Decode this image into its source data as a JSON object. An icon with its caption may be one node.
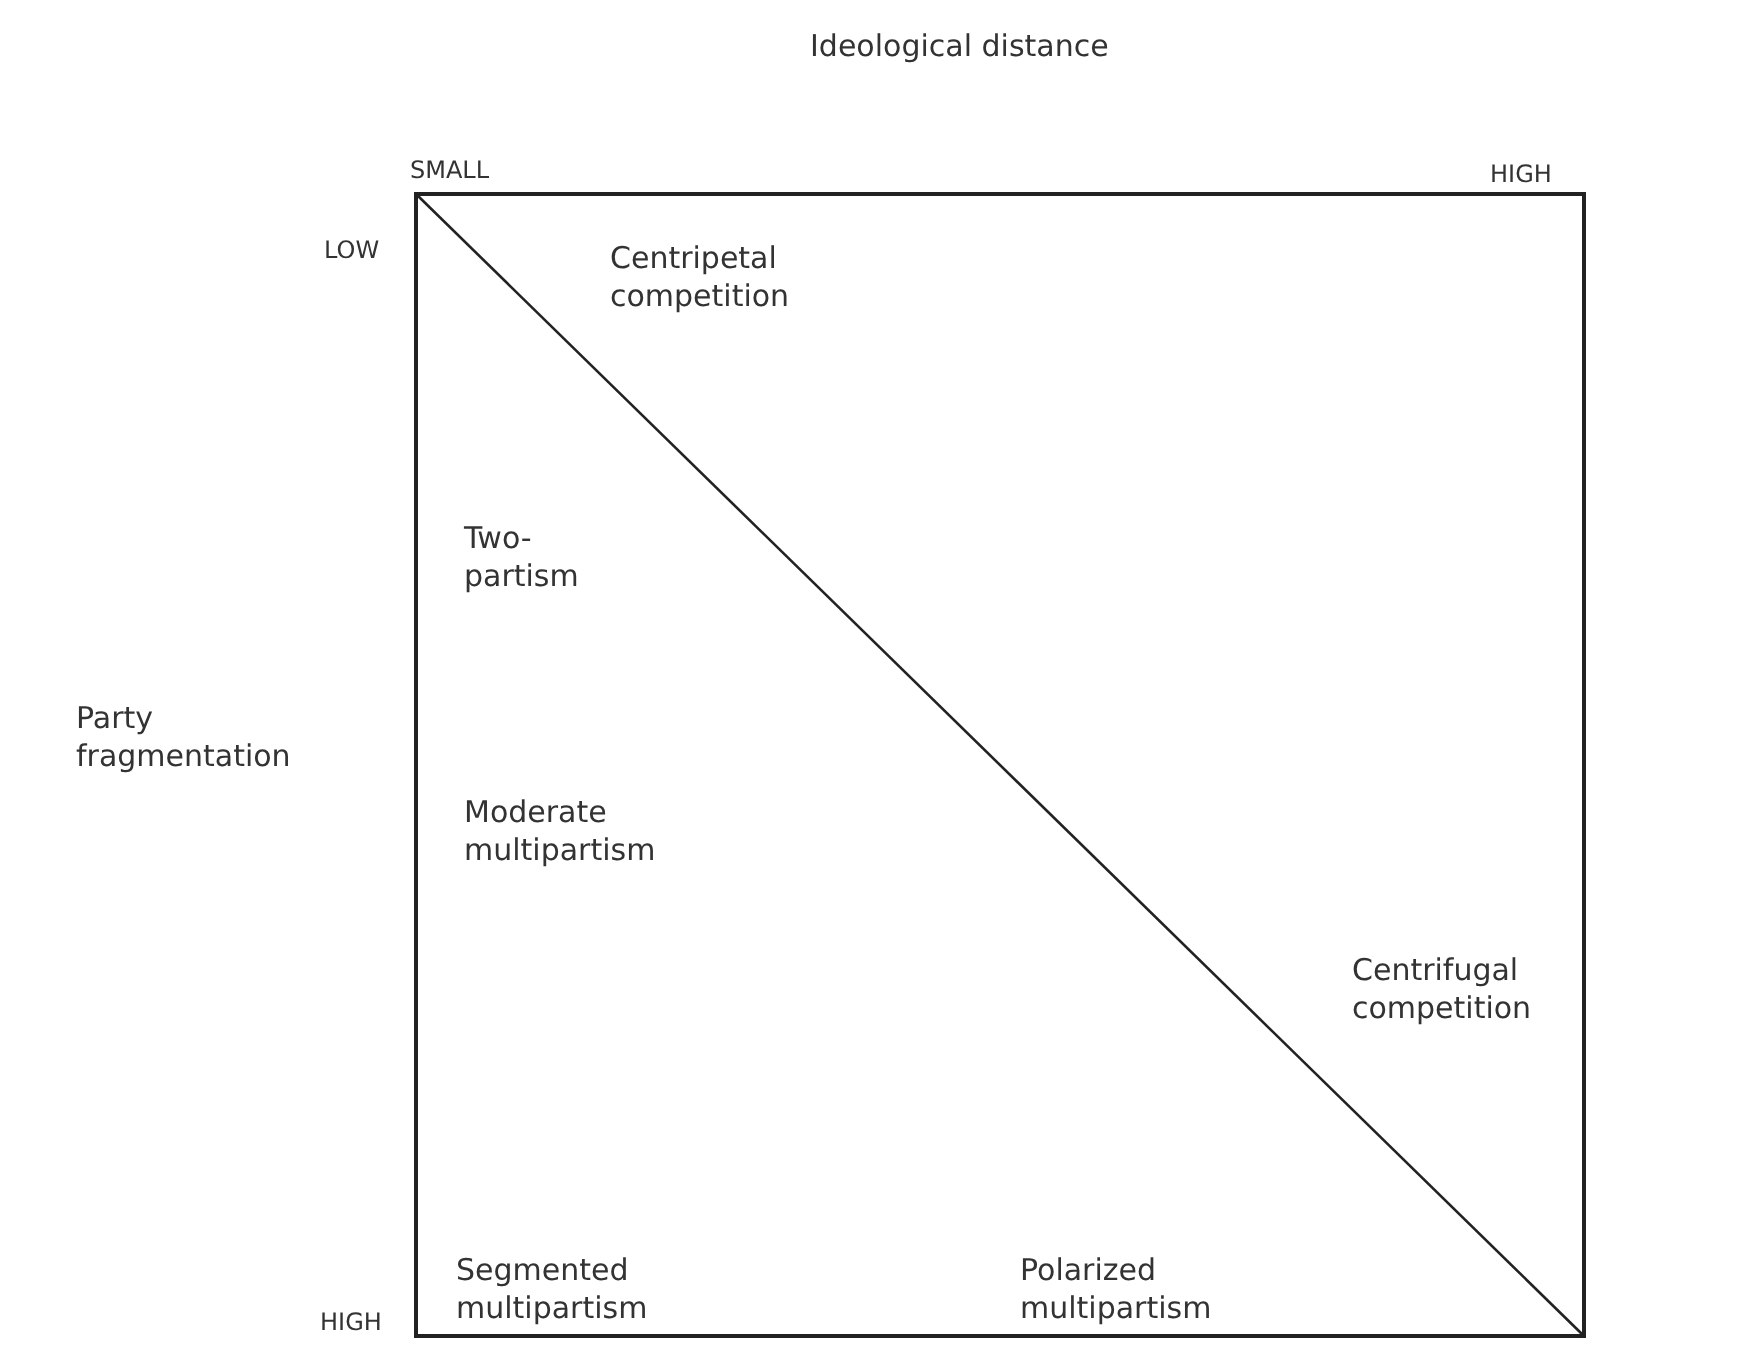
{
  "diagram": {
    "labels": [
      "Ideological distance",
      "SMALL",
      "HIGH",
      "LOW",
      "Centripetal competition",
      "Two-partism",
      "Party fragmentation",
      "Moderate multipartism",
      "Centrifugal competition",
      "HIGH",
      "Segmented multipartism",
      "Polarized multipartism"
    ]
  }
}
